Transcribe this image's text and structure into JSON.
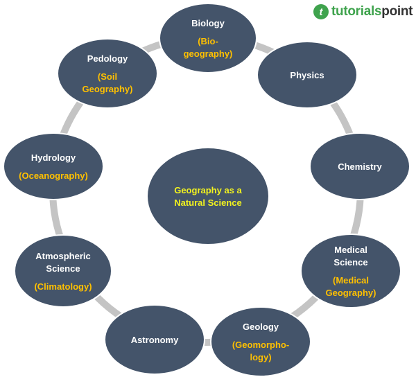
{
  "logo": {
    "brand_part1": "tutorials",
    "brand_part2": "point",
    "mark": "t"
  },
  "colors": {
    "node_fill": "#44546a",
    "ring": "#c4c4c4",
    "title_text": "#ffffff",
    "subtitle_text": "#ffc000",
    "center_text": "#f2f21f"
  },
  "center": {
    "lines": [
      "Geography as a",
      "Natural Science"
    ]
  },
  "nodes": [
    {
      "id": "biology",
      "title": [
        "Biology"
      ],
      "subtitle": [
        "(Bio-",
        "geography)"
      ]
    },
    {
      "id": "physics",
      "title": [
        "Physics"
      ],
      "subtitle": []
    },
    {
      "id": "chemistry",
      "title": [
        "Chemistry"
      ],
      "subtitle": []
    },
    {
      "id": "medical-science",
      "title": [
        "Medical",
        "Science"
      ],
      "subtitle": [
        "(Medical",
        "Geography)"
      ]
    },
    {
      "id": "geology",
      "title": [
        "Geology"
      ],
      "subtitle": [
        "(Geomorpho-",
        "logy)"
      ]
    },
    {
      "id": "astronomy",
      "title": [
        "Astronomy"
      ],
      "subtitle": []
    },
    {
      "id": "atmospheric-science",
      "title": [
        "Atmospheric",
        "Science"
      ],
      "subtitle": [
        "(Climatology)"
      ]
    },
    {
      "id": "hydrology",
      "title": [
        "Hydrology"
      ],
      "subtitle": [
        "(Oceanography)"
      ]
    },
    {
      "id": "pedology",
      "title": [
        "Pedology"
      ],
      "subtitle": [
        "(Soil",
        "Geography)"
      ]
    }
  ]
}
